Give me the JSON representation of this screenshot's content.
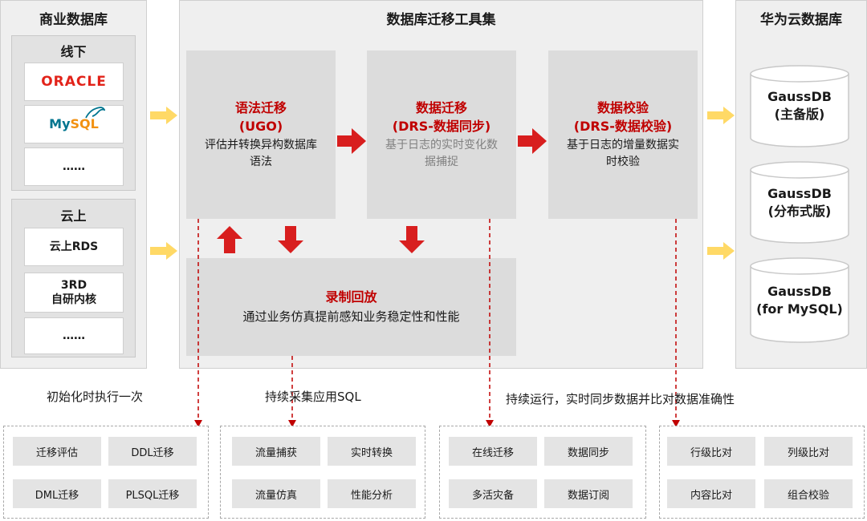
{
  "left_panel": {
    "title": "商业数据库",
    "offline": {
      "title": "线下",
      "items": [
        "ORACLE",
        "MySQL",
        "……"
      ]
    },
    "cloud": {
      "title": "云上",
      "items": [
        "云上RDS",
        "3RD\n自研内核",
        "……"
      ]
    }
  },
  "center_panel": {
    "title": "数据库迁移工具集",
    "ugo": {
      "title": "语法迁移\n(UGO)",
      "desc": "评估并转换异构数据库\n语法"
    },
    "drs_sync": {
      "title": "数据迁移\n(DRS-数据同步)",
      "desc": "基于日志的实时变化数\n据捕捉"
    },
    "drs_verify": {
      "title": "数据校验\n(DRS-数据校验)",
      "desc": "基于日志的增量数据实\n时校验"
    },
    "record": {
      "title": "录制回放",
      "desc": "通过业务仿真提前感知业务稳定性和性能"
    }
  },
  "right_panel": {
    "title": "华为云数据库",
    "items": [
      "GaussDB\n(主备版)",
      "GaussDB\n(分布式版)",
      "GaussDB\n(for MySQL)"
    ]
  },
  "notes": {
    "init": "初始化时执行一次",
    "collect": "持续采集应用SQL",
    "continuous": "持续运行，实时同步数据并比对数据准确性"
  },
  "groups": [
    [
      "迁移评估",
      "DDL迁移",
      "DML迁移",
      "PLSQL迁移"
    ],
    [
      "流量捕获",
      "实时转换",
      "流量仿真",
      "性能分析"
    ],
    [
      "在线迁移",
      "数据同步",
      "多活灾备",
      "数据订阅"
    ],
    [
      "行级比对",
      "列级比对",
      "内容比对",
      "组合校验"
    ]
  ],
  "colors": {
    "accent_red": "#c00000",
    "arrow_red": "#d81e1e",
    "arrow_yellow": "#ffd966",
    "oracle_red": "#e2231a",
    "mysql_blue": "#00758f",
    "mysql_orange": "#f29111"
  }
}
